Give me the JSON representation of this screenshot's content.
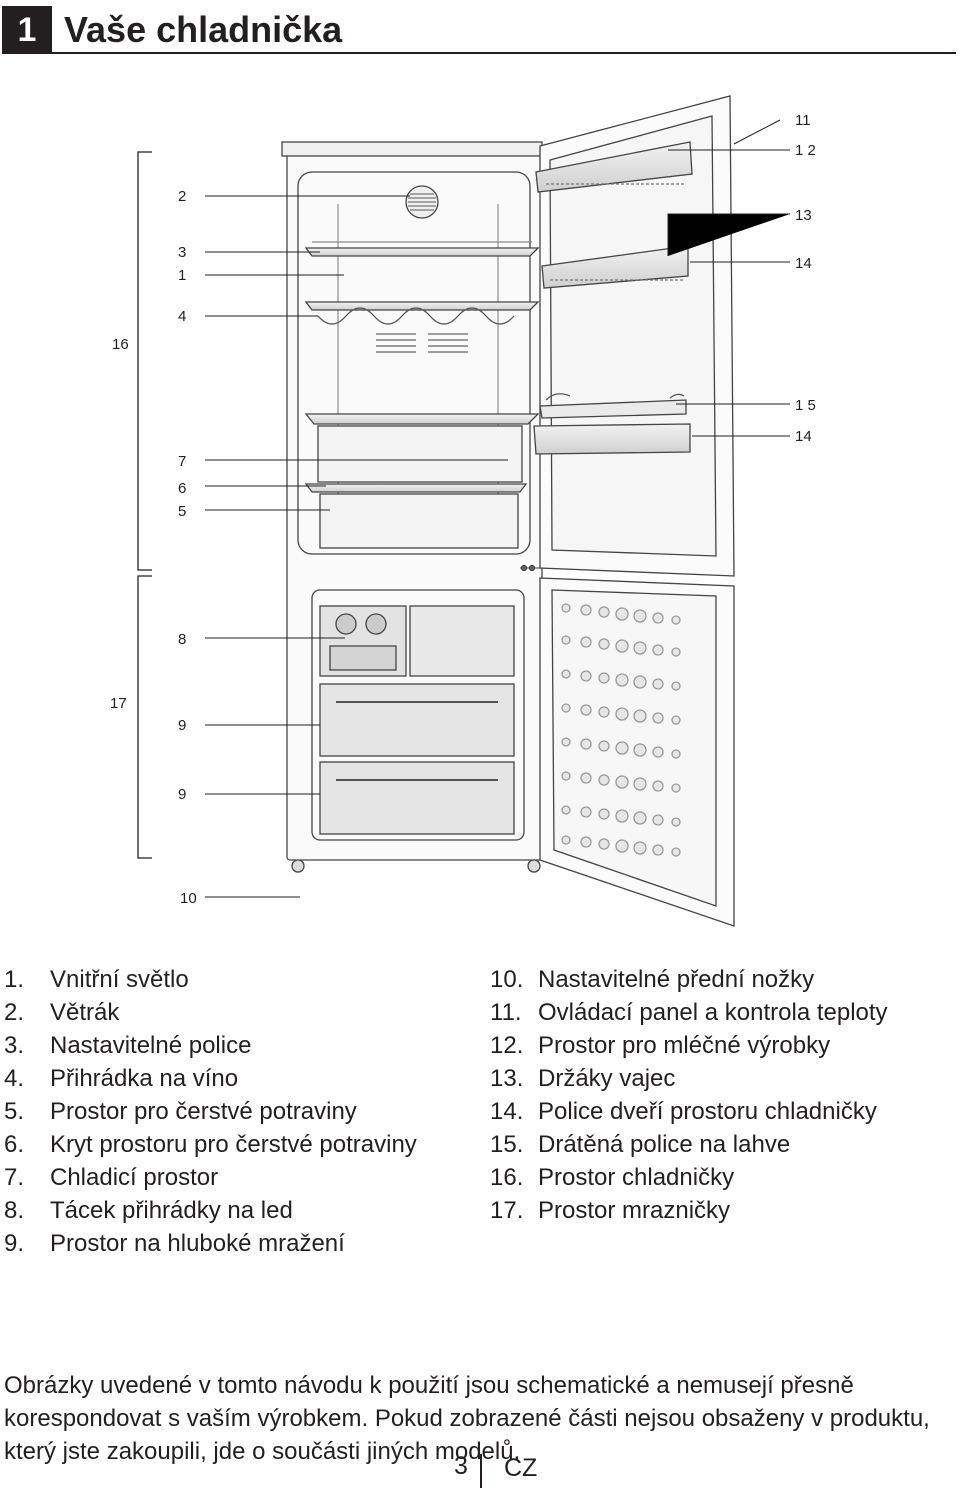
{
  "header": {
    "chapter_number": "1",
    "title": "Vaše chladnička"
  },
  "callouts": {
    "c2": "2",
    "c3": "3",
    "c1": "1",
    "c4": "4",
    "c16": "16",
    "c7": "7",
    "c6": "6",
    "c5": "5",
    "c8": "8",
    "c17": "17",
    "c9a": "9",
    "c9b": "9",
    "c10": "10",
    "c11": "11",
    "c12": "1 2",
    "c13": "13",
    "c14a": "14",
    "c15": "1 5",
    "c14b": "14"
  },
  "legend_left": [
    {
      "num": "1.",
      "label": "Vnitřní světlo"
    },
    {
      "num": "2.",
      "label": "Větrák"
    },
    {
      "num": "3.",
      "label": "Nastavitelné police"
    },
    {
      "num": "4.",
      "label": "Přihrádka na víno"
    },
    {
      "num": "5.",
      "label": "Prostor pro čerstvé potraviny"
    },
    {
      "num": "6.",
      "label": "Kryt prostoru pro čerstvé potraviny"
    },
    {
      "num": "7.",
      "label": "Chladicí prostor"
    },
    {
      "num": "8.",
      "label": "Tácek přihrádky na led"
    },
    {
      "num": "9.",
      "label": "Prostor na hluboké mražení"
    }
  ],
  "legend_right": [
    {
      "num": "10.",
      "label": "Nastavitelné přední nožky"
    },
    {
      "num": "11.",
      "label": "Ovládací panel a kontrola teploty"
    },
    {
      "num": "12.",
      "label": "Prostor pro mléčné výrobky"
    },
    {
      "num": "13.",
      "label": "Držáky vajec"
    },
    {
      "num": "14.",
      "label": "Police dveří prostoru chladničky"
    },
    {
      "num": "15.",
      "label": "Drátěná police na lahve"
    },
    {
      "num": "16.",
      "label": "Prostor chladničky"
    },
    {
      "num": "17.",
      "label": "Prostor mrazničky"
    }
  ],
  "disclaimer": "Obrázky uvedené v tomto návodu k použití jsou schematické a nemusejí přesně korespondovat s vaším výrobkem. Pokud zobrazené části nejsou obsaženy v produktu, který jste zakoupili, jde o součásti jiných modelů.",
  "footer": {
    "page_number": "3",
    "language": "CZ"
  }
}
